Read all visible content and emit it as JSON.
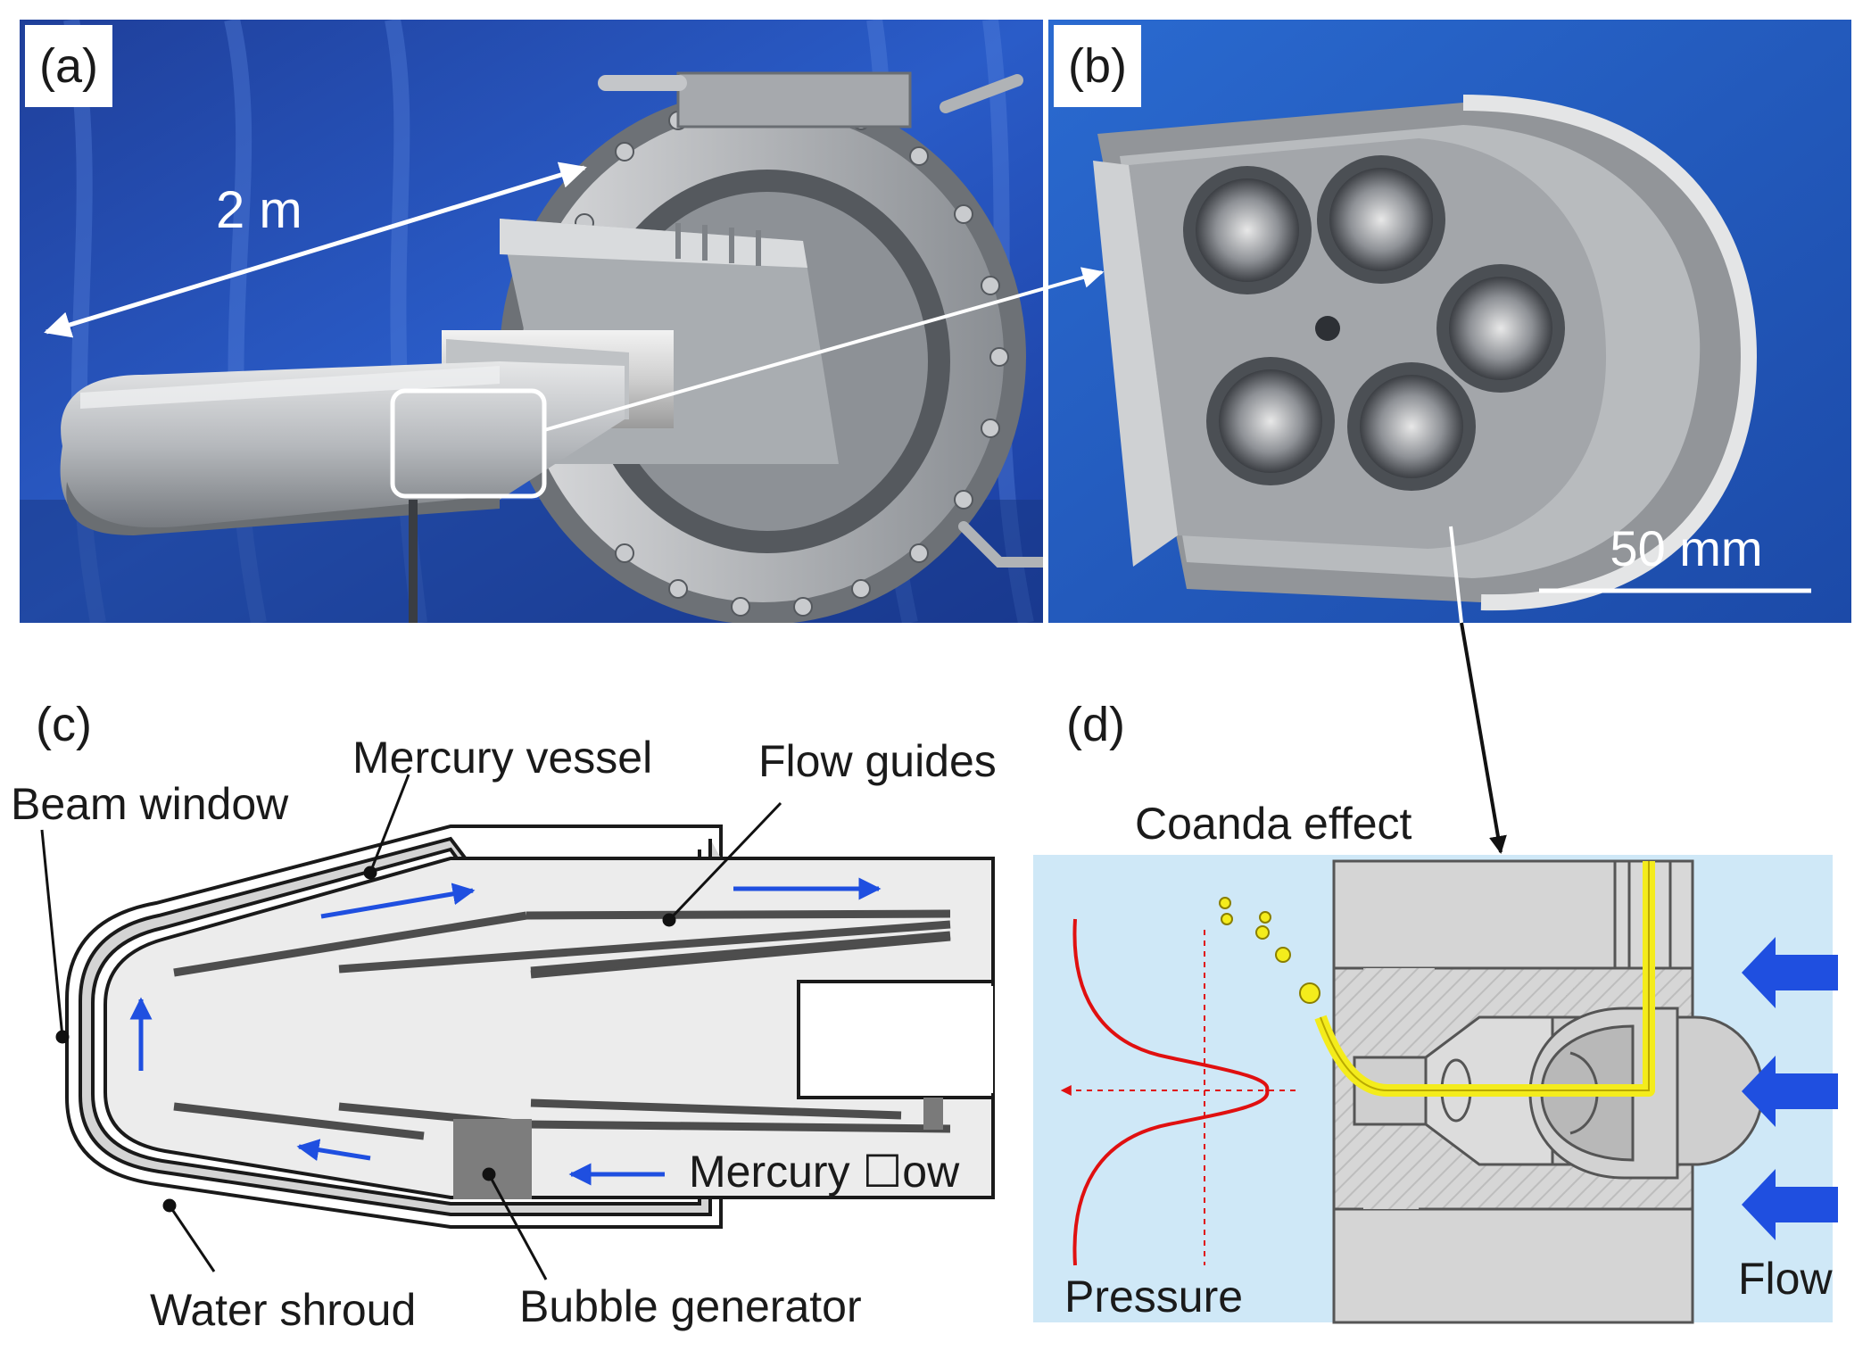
{
  "panels": {
    "a": {
      "letter": "(a)",
      "dimension": "2 m"
    },
    "b": {
      "letter": "(b)",
      "scale_bar": "50 mm"
    },
    "c": {
      "letter": "(c)",
      "labels": {
        "beam_window": "Beam window",
        "mercury_vessel": "Mercury vessel",
        "flow_guides": "Flow guides",
        "mercury_flow": "Mercury ☐ow",
        "water_shroud": "Water shroud",
        "bubble_generator": "Bubble generator"
      }
    },
    "d": {
      "letter": "(d)",
      "labels": {
        "coanda_effect": "Coanda effect",
        "pressure": "Pressure",
        "flow": "Flow"
      }
    }
  },
  "colors": {
    "photo_backdrop": "#1f4fb5",
    "metal": "#b9bcc0",
    "flow_arrow": "#1f4fe0",
    "panel_d_background": "#cfe8f7",
    "pressure_curve": "#e01010",
    "coanda_jet": "#f4ec1c",
    "vessel_fill": "#ececec",
    "guide_color": "#4d4d4d"
  }
}
